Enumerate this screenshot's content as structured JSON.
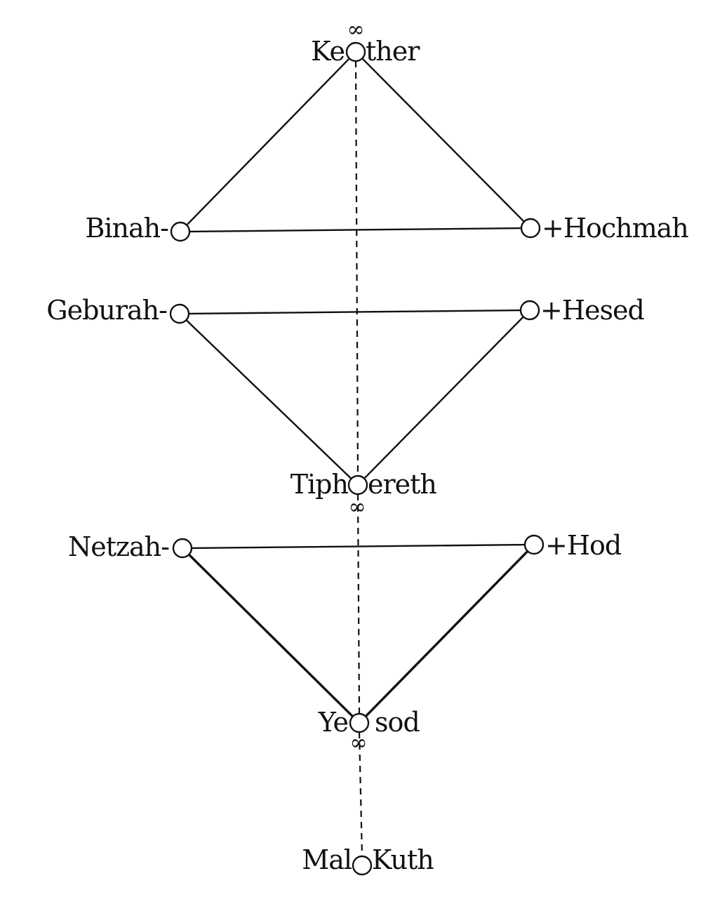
{
  "diagram": {
    "nodes": {
      "kether": {
        "left": "Ke",
        "right": "ther",
        "symbol": "∞"
      },
      "binah": {
        "left": "Binah-",
        "right": ""
      },
      "hochmah": {
        "left": "",
        "right": "+Hochmah"
      },
      "geburah": {
        "left": "Geburah-",
        "right": ""
      },
      "hesed": {
        "left": "",
        "right": "+Hesed"
      },
      "tiphereth": {
        "left": "Tiph",
        "right": "ereth",
        "symbol": "∞"
      },
      "netzah": {
        "left": "Netzah-",
        "right": ""
      },
      "hod": {
        "left": "",
        "right": "+Hod"
      },
      "yesod": {
        "left": "Ye",
        "right": "sod",
        "symbol": "∞"
      },
      "malkuth": {
        "left": "Mal",
        "right": "Kuth"
      }
    },
    "edges": [
      [
        "kether",
        "binah"
      ],
      [
        "kether",
        "hochmah"
      ],
      [
        "binah",
        "hochmah"
      ],
      [
        "geburah",
        "hesed"
      ],
      [
        "geburah",
        "tiphereth"
      ],
      [
        "hesed",
        "tiphereth"
      ],
      [
        "netzah",
        "hod"
      ],
      [
        "netzah",
        "yesod"
      ],
      [
        "hod",
        "yesod"
      ]
    ],
    "pillar": [
      "kether",
      "tiphereth",
      "yesod",
      "malkuth"
    ]
  }
}
